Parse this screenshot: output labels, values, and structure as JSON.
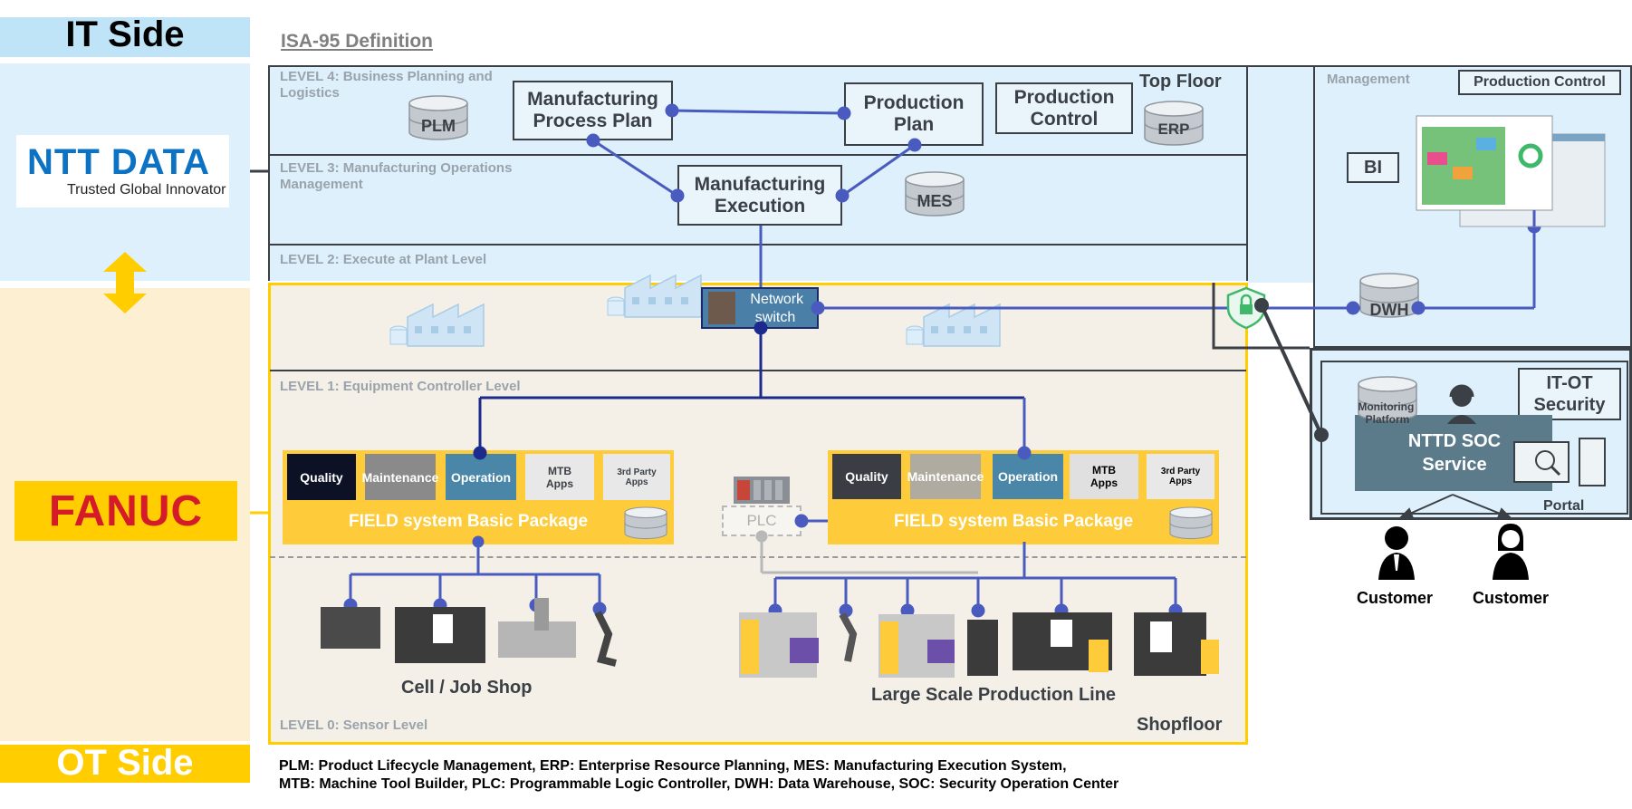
{
  "side_labels": {
    "it_side": "IT Side",
    "ot_side": "OT Side"
  },
  "logos": {
    "nttdata": {
      "name": "NTT DATA",
      "tagline": "Trusted Global Innovator"
    },
    "fanuc": {
      "name": "FANUC"
    }
  },
  "isa_title": "ISA-95 Definition",
  "levels": {
    "level4": "LEVEL 4: Business Planning and Logistics",
    "level3": "LEVEL 3: Manufacturing Operations Management",
    "level2": "LEVEL 2: Execute at Plant Level",
    "level1": "LEVEL 1: Equipment Controller Level",
    "level0": "LEVEL 0: Sensor Level"
  },
  "floors": {
    "top_floor": "Top Floor",
    "shopfloor": "Shopfloor"
  },
  "boxes": {
    "manufacturing_process_plan": "Manufacturing Process Plan",
    "production_plan": "Production Plan",
    "production_control": "Production Control",
    "manufacturing_execution": "Manufacturing Execution"
  },
  "databases": {
    "plm": "PLM",
    "erp": "ERP",
    "mes": "MES",
    "dwh": "DWH"
  },
  "network_switch": "Network switch",
  "plc": "PLC",
  "packages": {
    "left": {
      "title": "FIELD system Basic Package",
      "tiles": [
        "Quality",
        "Maintenance",
        "Operation",
        "MTB Apps",
        "3rd Party Apps"
      ]
    },
    "right": {
      "title": "FIELD system Basic Package",
      "tiles": [
        "Quality",
        "Maintenance",
        "Operation",
        "MTB Apps",
        "3rd Party Apps"
      ]
    }
  },
  "shop_labels": {
    "cell_job_shop": "Cell / Job Shop",
    "large_scale": "Large Scale Production Line"
  },
  "management": {
    "title": "Management",
    "production_control": "Production Control",
    "bi": "BI"
  },
  "security": {
    "title": "IT-OT Security",
    "monitoring_platform": "Monitoring Platform",
    "soc_service": "NTTD SOC Service",
    "portal": "Portal"
  },
  "customers": [
    "Customer",
    "Customer"
  ],
  "footnotes": [
    "PLM: Product Lifecycle Management, ERP: Enterprise Resource Planning, MES: Manufacturing Execution System,",
    "MTB: Machine Tool Builder, PLC: Programmable Logic Controller, DWH: Data Warehouse, SOC: Security Operation Center"
  ],
  "colors": {
    "it_light": "#ddf0fb",
    "ot_light": "#fdf0d2",
    "connector": "#3a4fb5",
    "package_yellow": "#fecb3a",
    "dark_border": "#3b4046"
  }
}
